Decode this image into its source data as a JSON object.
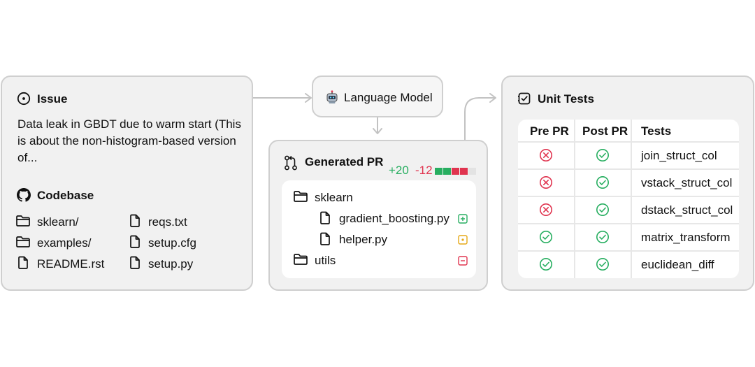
{
  "issue": {
    "title": "Issue",
    "text": "Data leak in GBDT due to warm start (This is about the non-histogram-based version of...",
    "codebase_title": "Codebase",
    "files_left": [
      "sklearn/",
      "examples/",
      "README.rst"
    ],
    "files_right": [
      "reqs.txt",
      "setup.cfg",
      "setup.py"
    ]
  },
  "model": {
    "label": "Language Model"
  },
  "pr": {
    "title": "Generated PR",
    "additions": "+20",
    "deletions": "-12",
    "diff_blocks": [
      "added",
      "added",
      "removed",
      "removed",
      "neutral"
    ],
    "tree": {
      "folder1": "sklearn",
      "file1": "gradient_boosting.py",
      "file1_status": "added",
      "file2": "helper.py",
      "file2_status": "modified",
      "folder2": "utils",
      "folder2_status": "removed"
    }
  },
  "tests": {
    "title": "Unit Tests",
    "headers": [
      "Pre PR",
      "Post PR",
      "Tests"
    ],
    "rows": [
      {
        "pre": "fail",
        "post": "pass",
        "name": "join_struct_col"
      },
      {
        "pre": "fail",
        "post": "pass",
        "name": "vstack_struct_col"
      },
      {
        "pre": "fail",
        "post": "pass",
        "name": "dstack_struct_col"
      },
      {
        "pre": "pass",
        "post": "pass",
        "name": "matrix_transform"
      },
      {
        "pre": "pass",
        "post": "pass",
        "name": "euclidean_diff"
      }
    ]
  },
  "colors": {
    "pass": "#27ae60",
    "fail": "#e0344f",
    "modified": "#e5a816",
    "neutral": "#e3e3e3",
    "border": "#cfcfcf",
    "panel_bg": "#f1f1f1"
  }
}
